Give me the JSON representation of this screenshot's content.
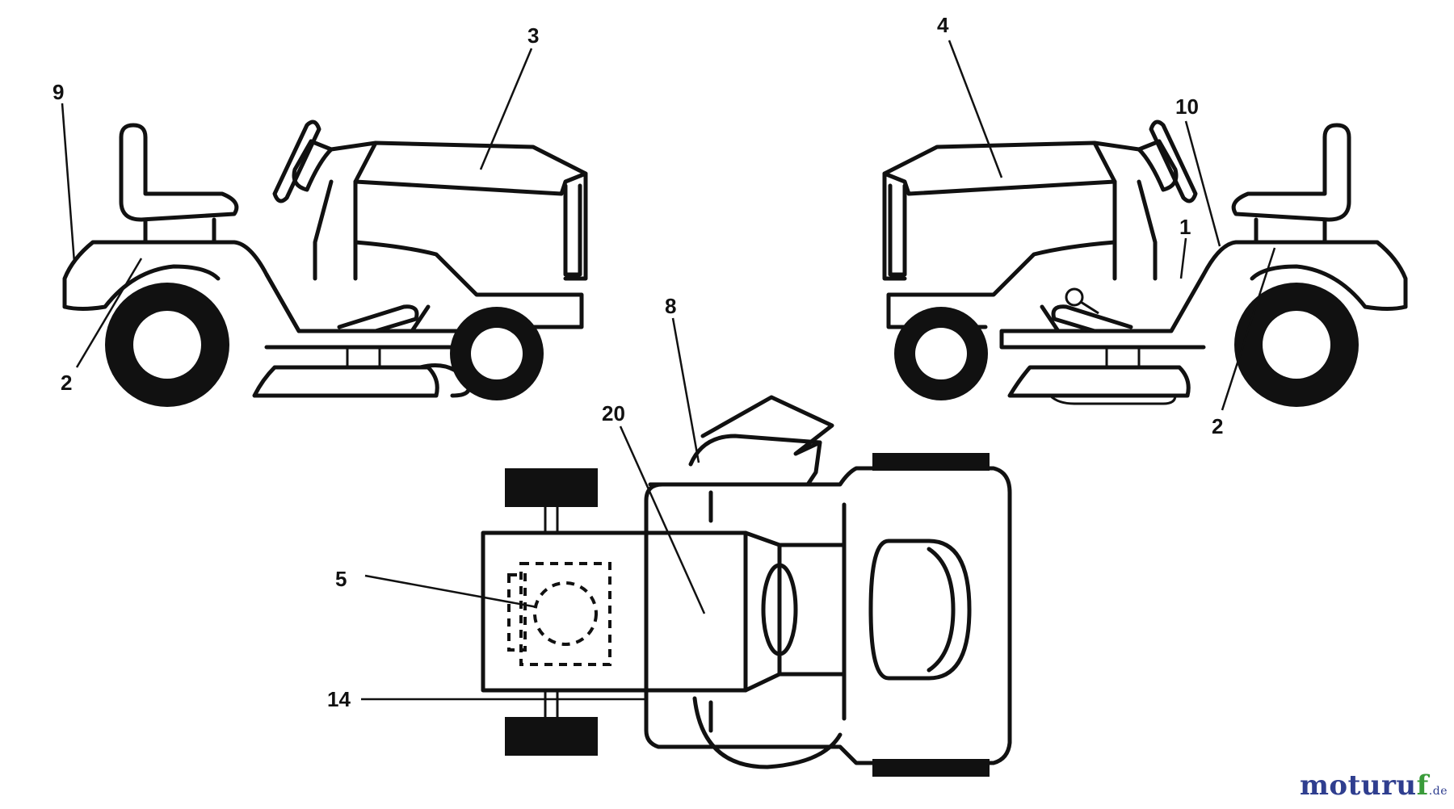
{
  "diagram": {
    "callouts": {
      "c1": "1",
      "c2_left": "2",
      "c2_right": "2",
      "c3": "3",
      "c4": "4",
      "c5": "5",
      "c8": "8",
      "c9": "9",
      "c10": "10",
      "c14": "14",
      "c20": "20"
    }
  },
  "watermark": {
    "main": "moturu",
    "accent": "f",
    "tld": ".de",
    "colors": {
      "main": "#2f3e8f",
      "accent": "#3a9b3a"
    }
  }
}
